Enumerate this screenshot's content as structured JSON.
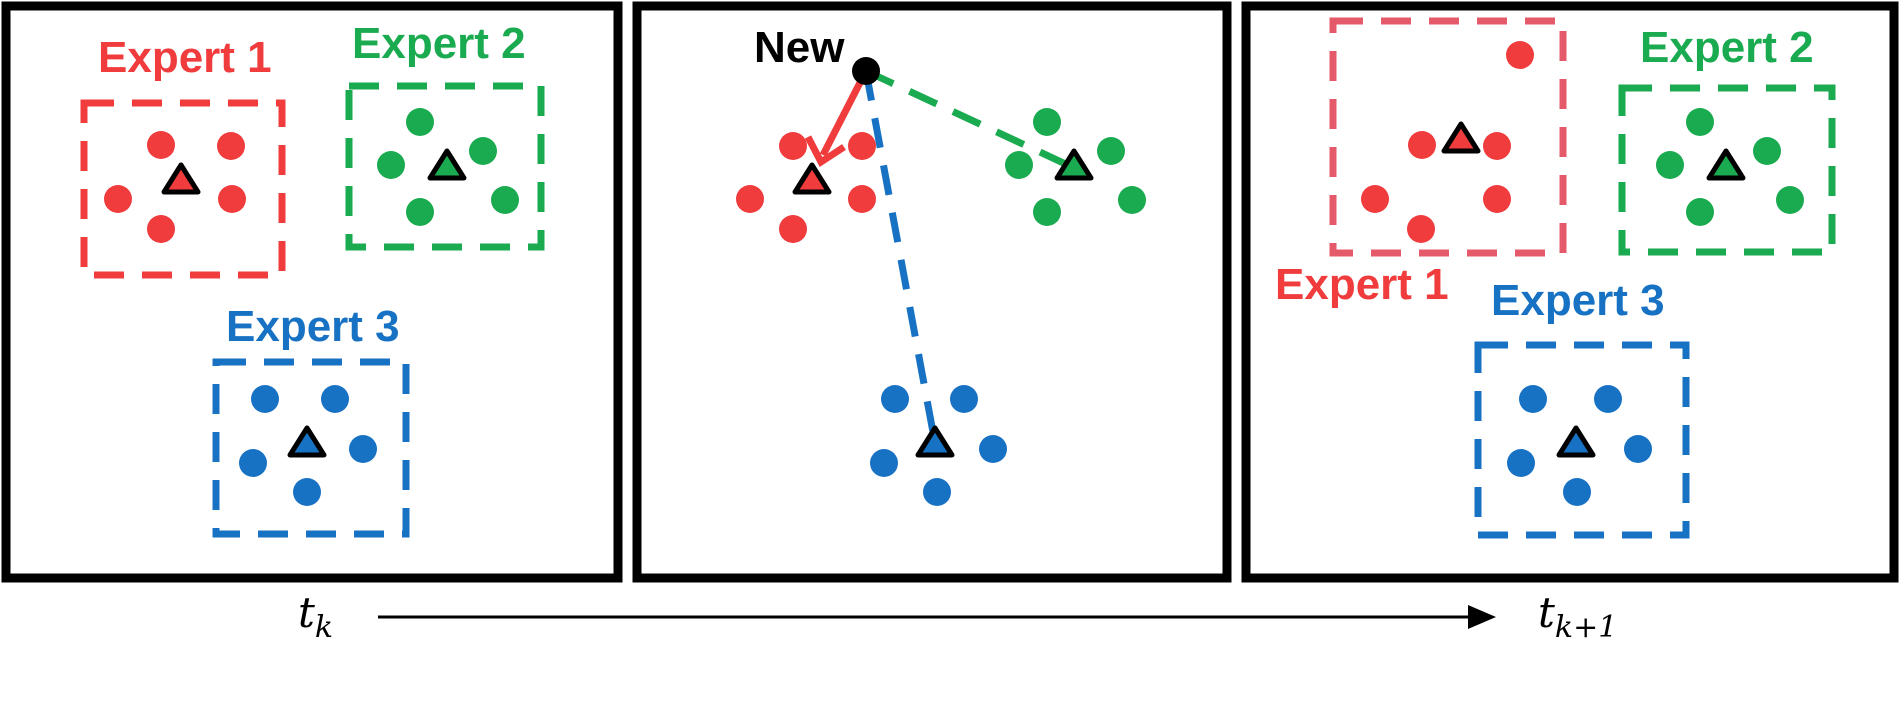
{
  "colors": {
    "red": "#f03c3c",
    "green": "#1aaa4f",
    "blue": "#1872c4",
    "black": "#000000"
  },
  "panel1": {
    "expert1_label": "Expert 1",
    "expert2_label": "Expert 2",
    "expert3_label": "Expert 3"
  },
  "panel2": {
    "new_label": "New"
  },
  "panel3": {
    "expert1_label": "Expert 1",
    "expert2_label": "Expert 2",
    "expert3_label": "Expert 3"
  },
  "timeline": {
    "start_base": "t",
    "start_sub": "k",
    "end_base": "t",
    "end_sub": "k+1"
  }
}
